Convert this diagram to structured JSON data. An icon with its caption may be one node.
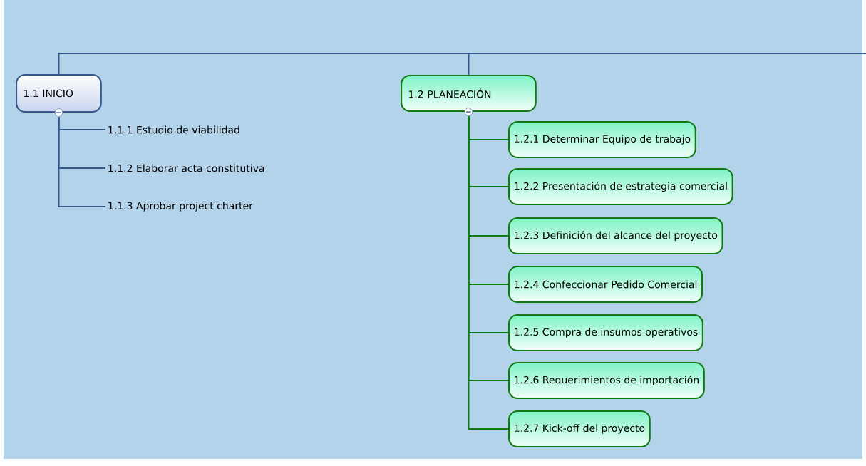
{
  "diagram": {
    "nodes": [
      {
        "text": [
          "1.1 INICIO"
        ]
      },
      {
        "text": [
          "1.1.1 Estudio de viabilidad"
        ]
      },
      {
        "text": [
          "1.1.2 Elaborar acta constitutiva"
        ]
      },
      {
        "text": [
          "1.1.3 Aprobar project charter"
        ]
      },
      {
        "text": [
          "1.2 PLANEACIÓN"
        ]
      },
      {
        "text": [
          "1.2.1 Determinar Equipo de trabajo"
        ]
      },
      {
        "text": [
          "1.2.2 Presentación de estrategia comercial"
        ]
      },
      {
        "text": [
          "1.2.3 Definición del alcance del proyecto"
        ]
      },
      {
        "text": [
          "1.2.4 Confeccionar Pedido Comercial"
        ]
      },
      {
        "text": [
          "1.2.5 Compra de insumos operativos"
        ]
      },
      {
        "text": [
          "1.2.6 Requerimientos de importación"
        ]
      },
      {
        "text": [
          "1.2.7 Kick-off del proyecto"
        ]
      }
    ],
    "edges": [
      {
        "from": null,
        "to": 0,
        "arrow": "none",
        "color": "#34578a"
      },
      {
        "from": null,
        "to": 4,
        "arrow": "none",
        "color": "#34578a"
      },
      {
        "from": 0,
        "to": 1,
        "arrow": "none",
        "color": "#34578a"
      },
      {
        "from": 0,
        "to": 2,
        "arrow": "none",
        "color": "#34578a"
      },
      {
        "from": 0,
        "to": 3,
        "arrow": "none",
        "color": "#34578a"
      },
      {
        "from": 4,
        "to": 5,
        "arrow": "none"
      },
      {
        "from": 4,
        "to": 6,
        "arrow": "none"
      },
      {
        "from": 4,
        "to": 7,
        "arrow": "none"
      },
      {
        "from": 4,
        "to": 8,
        "arrow": "none"
      },
      {
        "from": 4,
        "to": 9,
        "arrow": "none"
      },
      {
        "from": 4,
        "to": 10,
        "arrow": "none"
      },
      {
        "from": 4,
        "to": 11,
        "arrow": "none"
      }
    ]
  }
}
